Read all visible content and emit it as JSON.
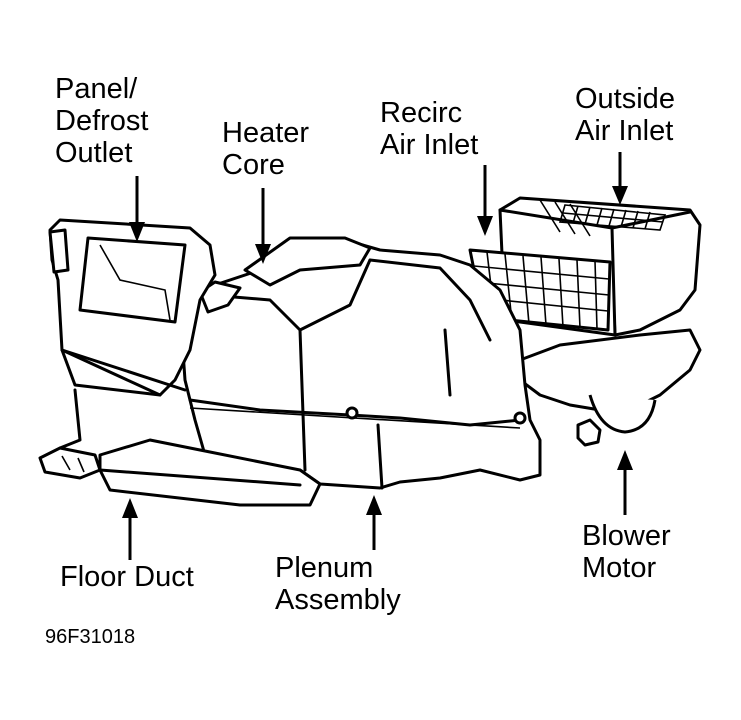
{
  "labels": {
    "panel_defrost": [
      "Panel/",
      "Defrost",
      "Outlet"
    ],
    "heater_core": [
      "Heater",
      "Core"
    ],
    "recirc": [
      "Recirc",
      "Air Inlet"
    ],
    "outside": [
      "Outside",
      "Air Inlet"
    ],
    "floor_duct": [
      "Floor Duct"
    ],
    "plenum": [
      "Plenum",
      "Assembly"
    ],
    "blower": [
      "Blower",
      "Motor"
    ]
  },
  "figure_code": "96F31018"
}
